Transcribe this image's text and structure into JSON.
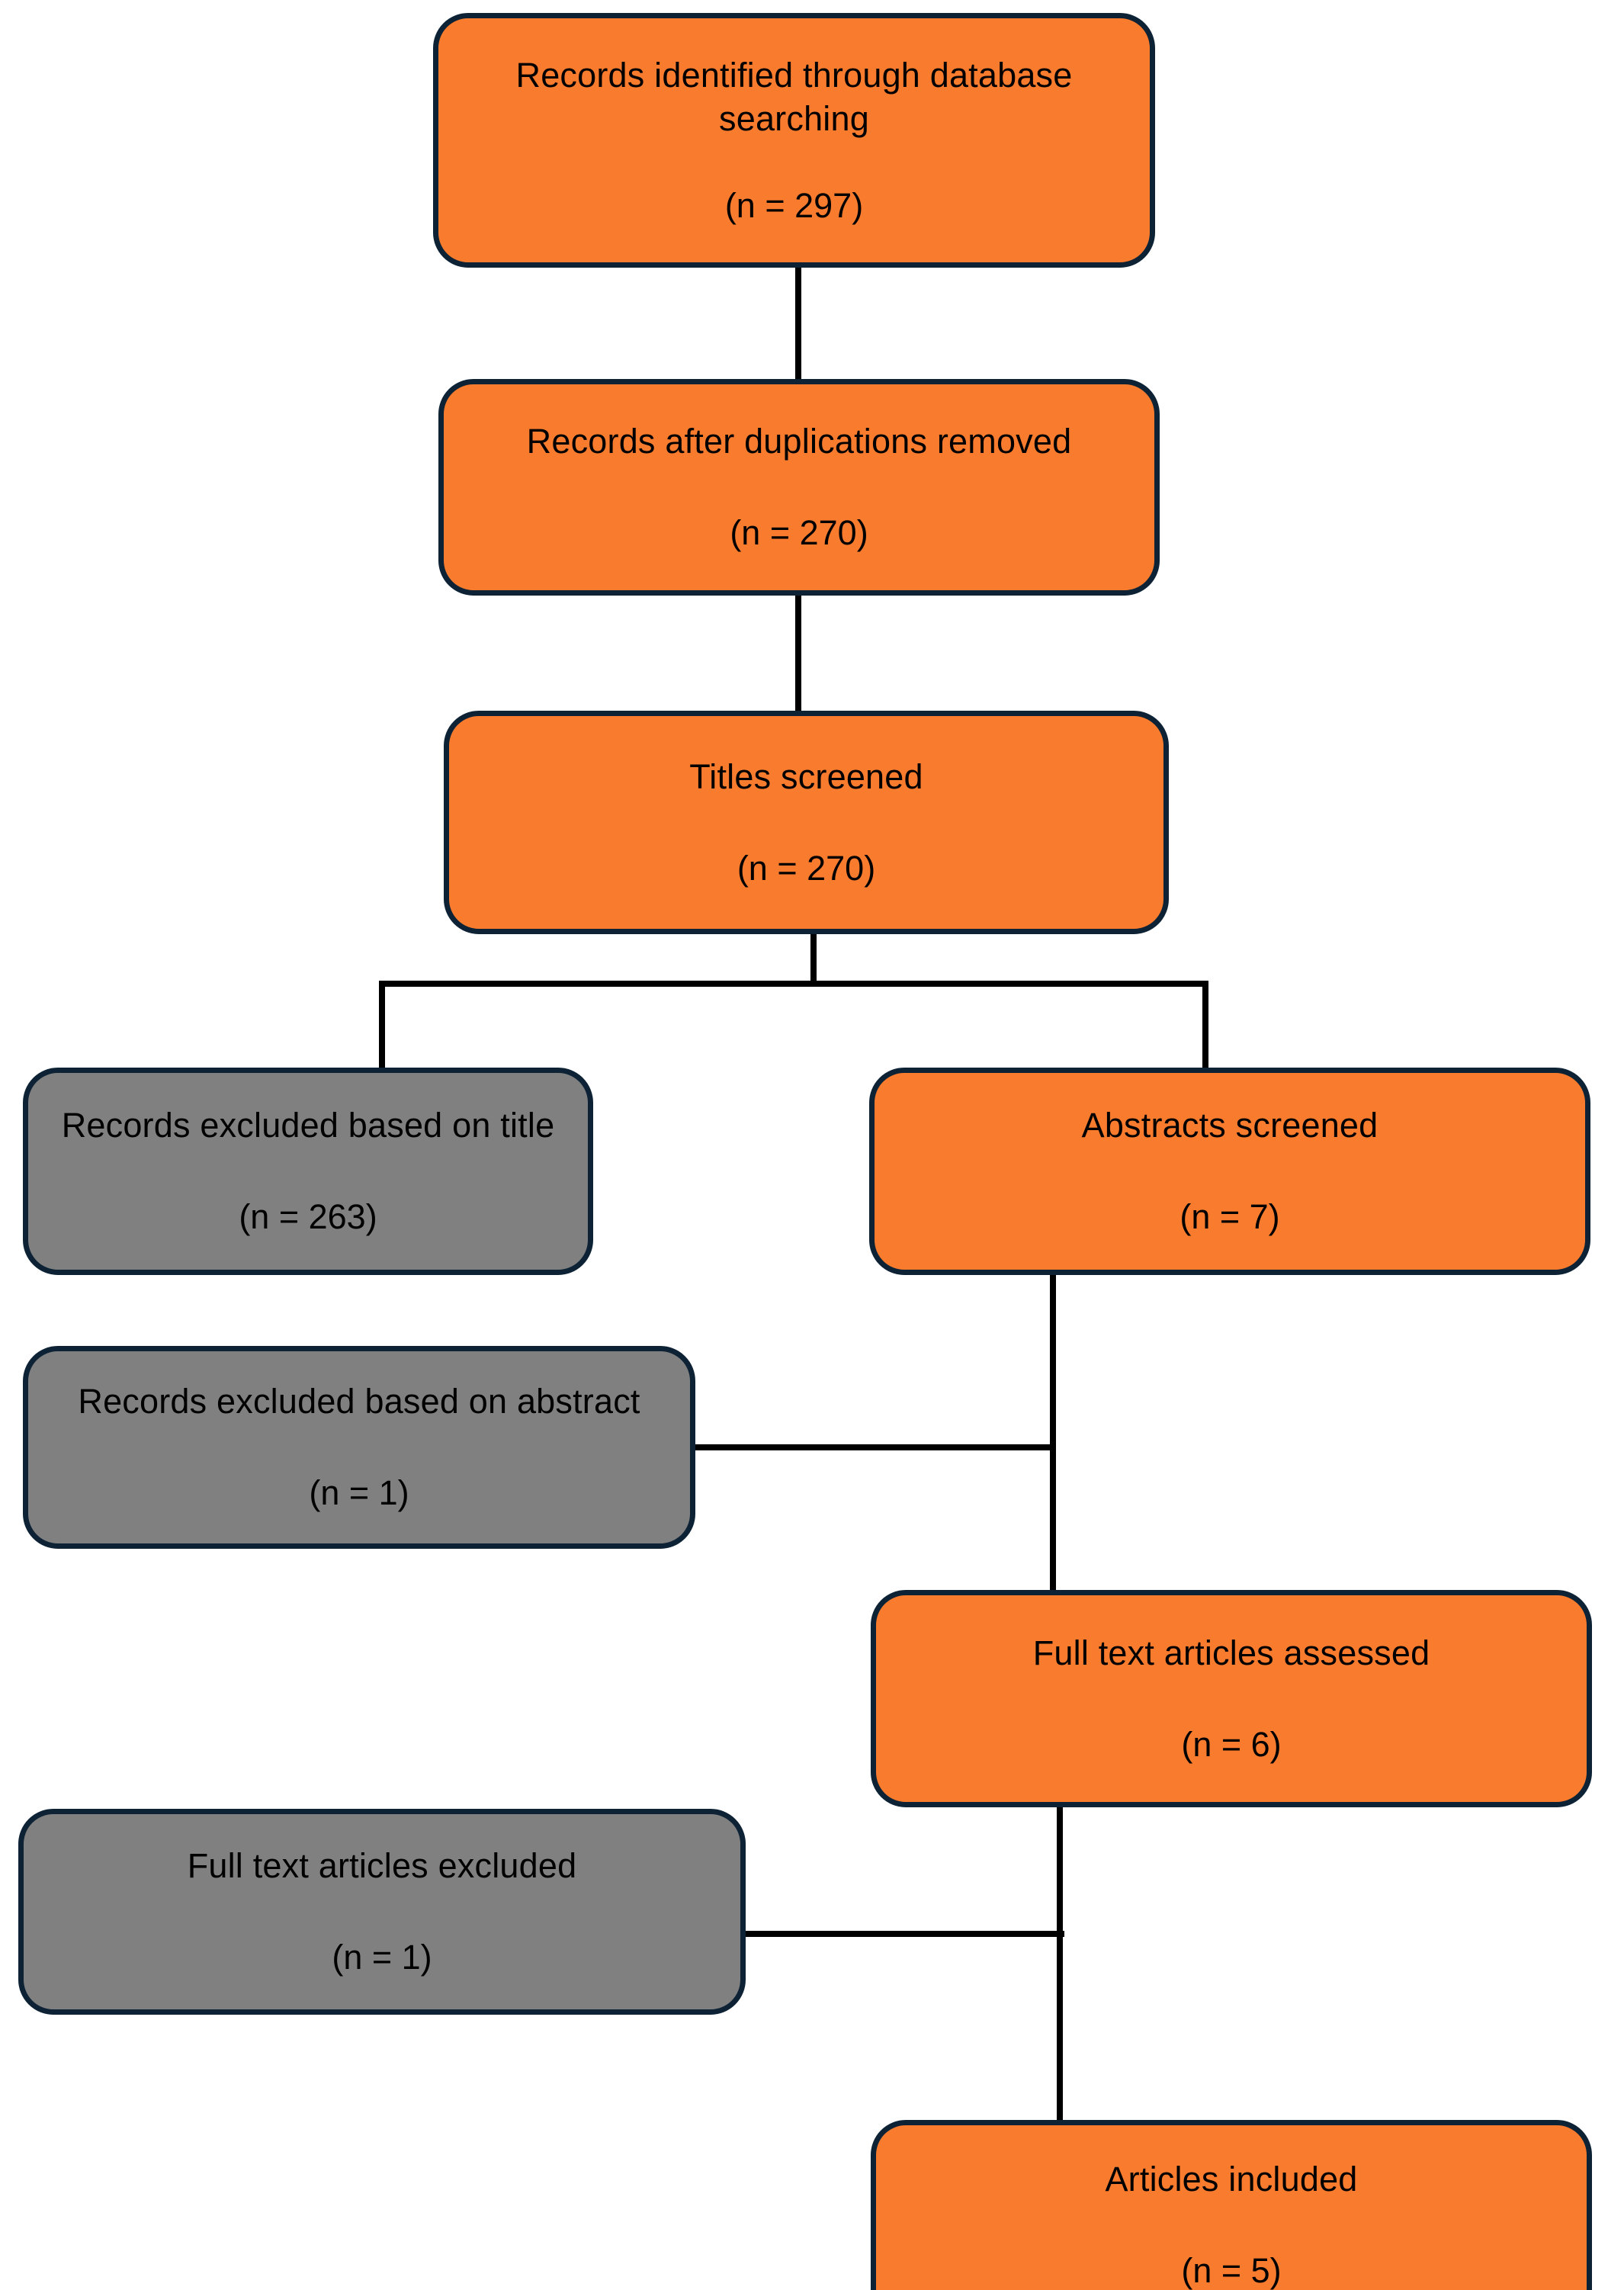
{
  "diagram": {
    "title": "PRISMA study selection flow diagram",
    "colors": {
      "included_fill": "#f97c2e",
      "excluded_fill": "#808080",
      "border": "#0d2234",
      "connector": "#000000",
      "text": "#000000",
      "background": "#ffffff"
    },
    "nodes": [
      {
        "id": "records-identified",
        "kind": "included",
        "label": "Records identified through database searching",
        "count_label": "(n = 297)",
        "n": 297
      },
      {
        "id": "records-after-duplicates",
        "kind": "included",
        "label": "Records after duplications removed",
        "count_label": "(n = 270)",
        "n": 270
      },
      {
        "id": "titles-screened",
        "kind": "included",
        "label": "Titles screened",
        "count_label": "(n = 270)",
        "n": 270
      },
      {
        "id": "records-excluded-title",
        "kind": "excluded",
        "label": "Records excluded based on title",
        "count_label": "(n = 263)",
        "n": 263
      },
      {
        "id": "abstracts-screened",
        "kind": "included",
        "label": "Abstracts screened",
        "count_label": "(n = 7)",
        "n": 7
      },
      {
        "id": "records-excluded-abstract",
        "kind": "excluded",
        "label": "Records excluded based on abstract",
        "count_label": "(n = 1)",
        "n": 1
      },
      {
        "id": "full-text-assessed",
        "kind": "included",
        "label": "Full text articles assessed",
        "count_label": "(n = 6)",
        "n": 6
      },
      {
        "id": "full-text-excluded",
        "kind": "excluded",
        "label": "Full text articles excluded",
        "count_label": "(n = 1)",
        "n": 1
      },
      {
        "id": "articles-included",
        "kind": "included",
        "label": "Articles included",
        "count_label": "(n = 5)",
        "n": 5
      }
    ],
    "edges": [
      {
        "from": "records-identified",
        "to": "records-after-duplicates"
      },
      {
        "from": "records-after-duplicates",
        "to": "titles-screened"
      },
      {
        "from": "titles-screened",
        "to": "records-excluded-title"
      },
      {
        "from": "titles-screened",
        "to": "abstracts-screened"
      },
      {
        "from": "abstracts-screened",
        "to": "records-excluded-abstract"
      },
      {
        "from": "abstracts-screened",
        "to": "full-text-assessed"
      },
      {
        "from": "full-text-assessed",
        "to": "full-text-excluded"
      },
      {
        "from": "full-text-assessed",
        "to": "articles-included"
      }
    ]
  }
}
